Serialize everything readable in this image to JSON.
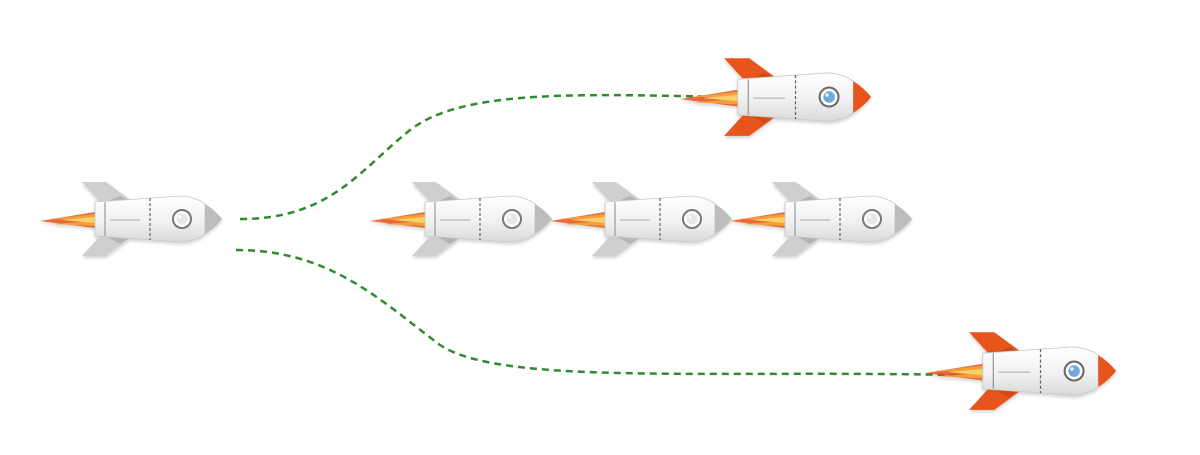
{
  "background": "#ffffff",
  "path_color": "#2e8b2e",
  "rockets": [
    {
      "name": "rocket-origin",
      "style": "grey"
    },
    {
      "name": "rocket-middle-1",
      "style": "grey"
    },
    {
      "name": "rocket-middle-2",
      "style": "grey"
    },
    {
      "name": "rocket-middle-3",
      "style": "grey"
    },
    {
      "name": "rocket-upper",
      "style": "orange"
    },
    {
      "name": "rocket-lower",
      "style": "orange"
    }
  ],
  "styles": {
    "grey": {
      "fin": "#cfcfcf",
      "fin_dark": "#9a9a9a",
      "nose": "#bdbdbd",
      "window": "#ffffff",
      "window_ring": "#777777",
      "window_glass": "#e6e6e6"
    },
    "orange": {
      "fin": "#e8541c",
      "fin_dark": "#b83d10",
      "nose": "#e8541c",
      "window": "#ffffff",
      "window_ring": "#6a6a6a",
      "window_glass": "#6fa8dc"
    }
  },
  "flame_colors": [
    "#e8541c",
    "#f3a03a",
    "#f7d26a"
  ],
  "body_color": "#f4f4f4",
  "body_shadow": "#d8d8d8"
}
